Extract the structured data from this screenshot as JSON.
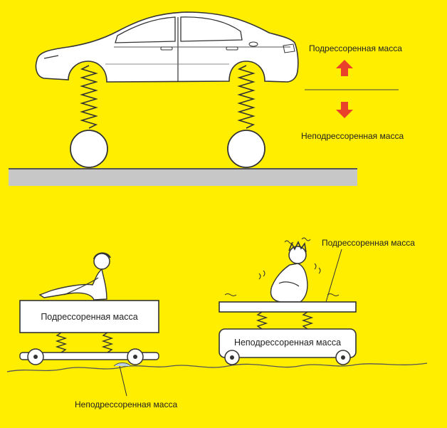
{
  "top": {
    "sprung_label": "Подрессоренная масса",
    "unsprung_label": "Неподрессоренная масса"
  },
  "bottom_left": {
    "box_label": "Подрессоренная масса",
    "callout_label": "Неподрессоренная масса"
  },
  "bottom_right": {
    "callout_label": "Подрессоренная масса",
    "box_label": "Неподрессоренная масса"
  },
  "colors": {
    "background": "#ffee00",
    "arrow": "#e8402a",
    "ground": "#c7c7c7",
    "ink": "#333333"
  }
}
